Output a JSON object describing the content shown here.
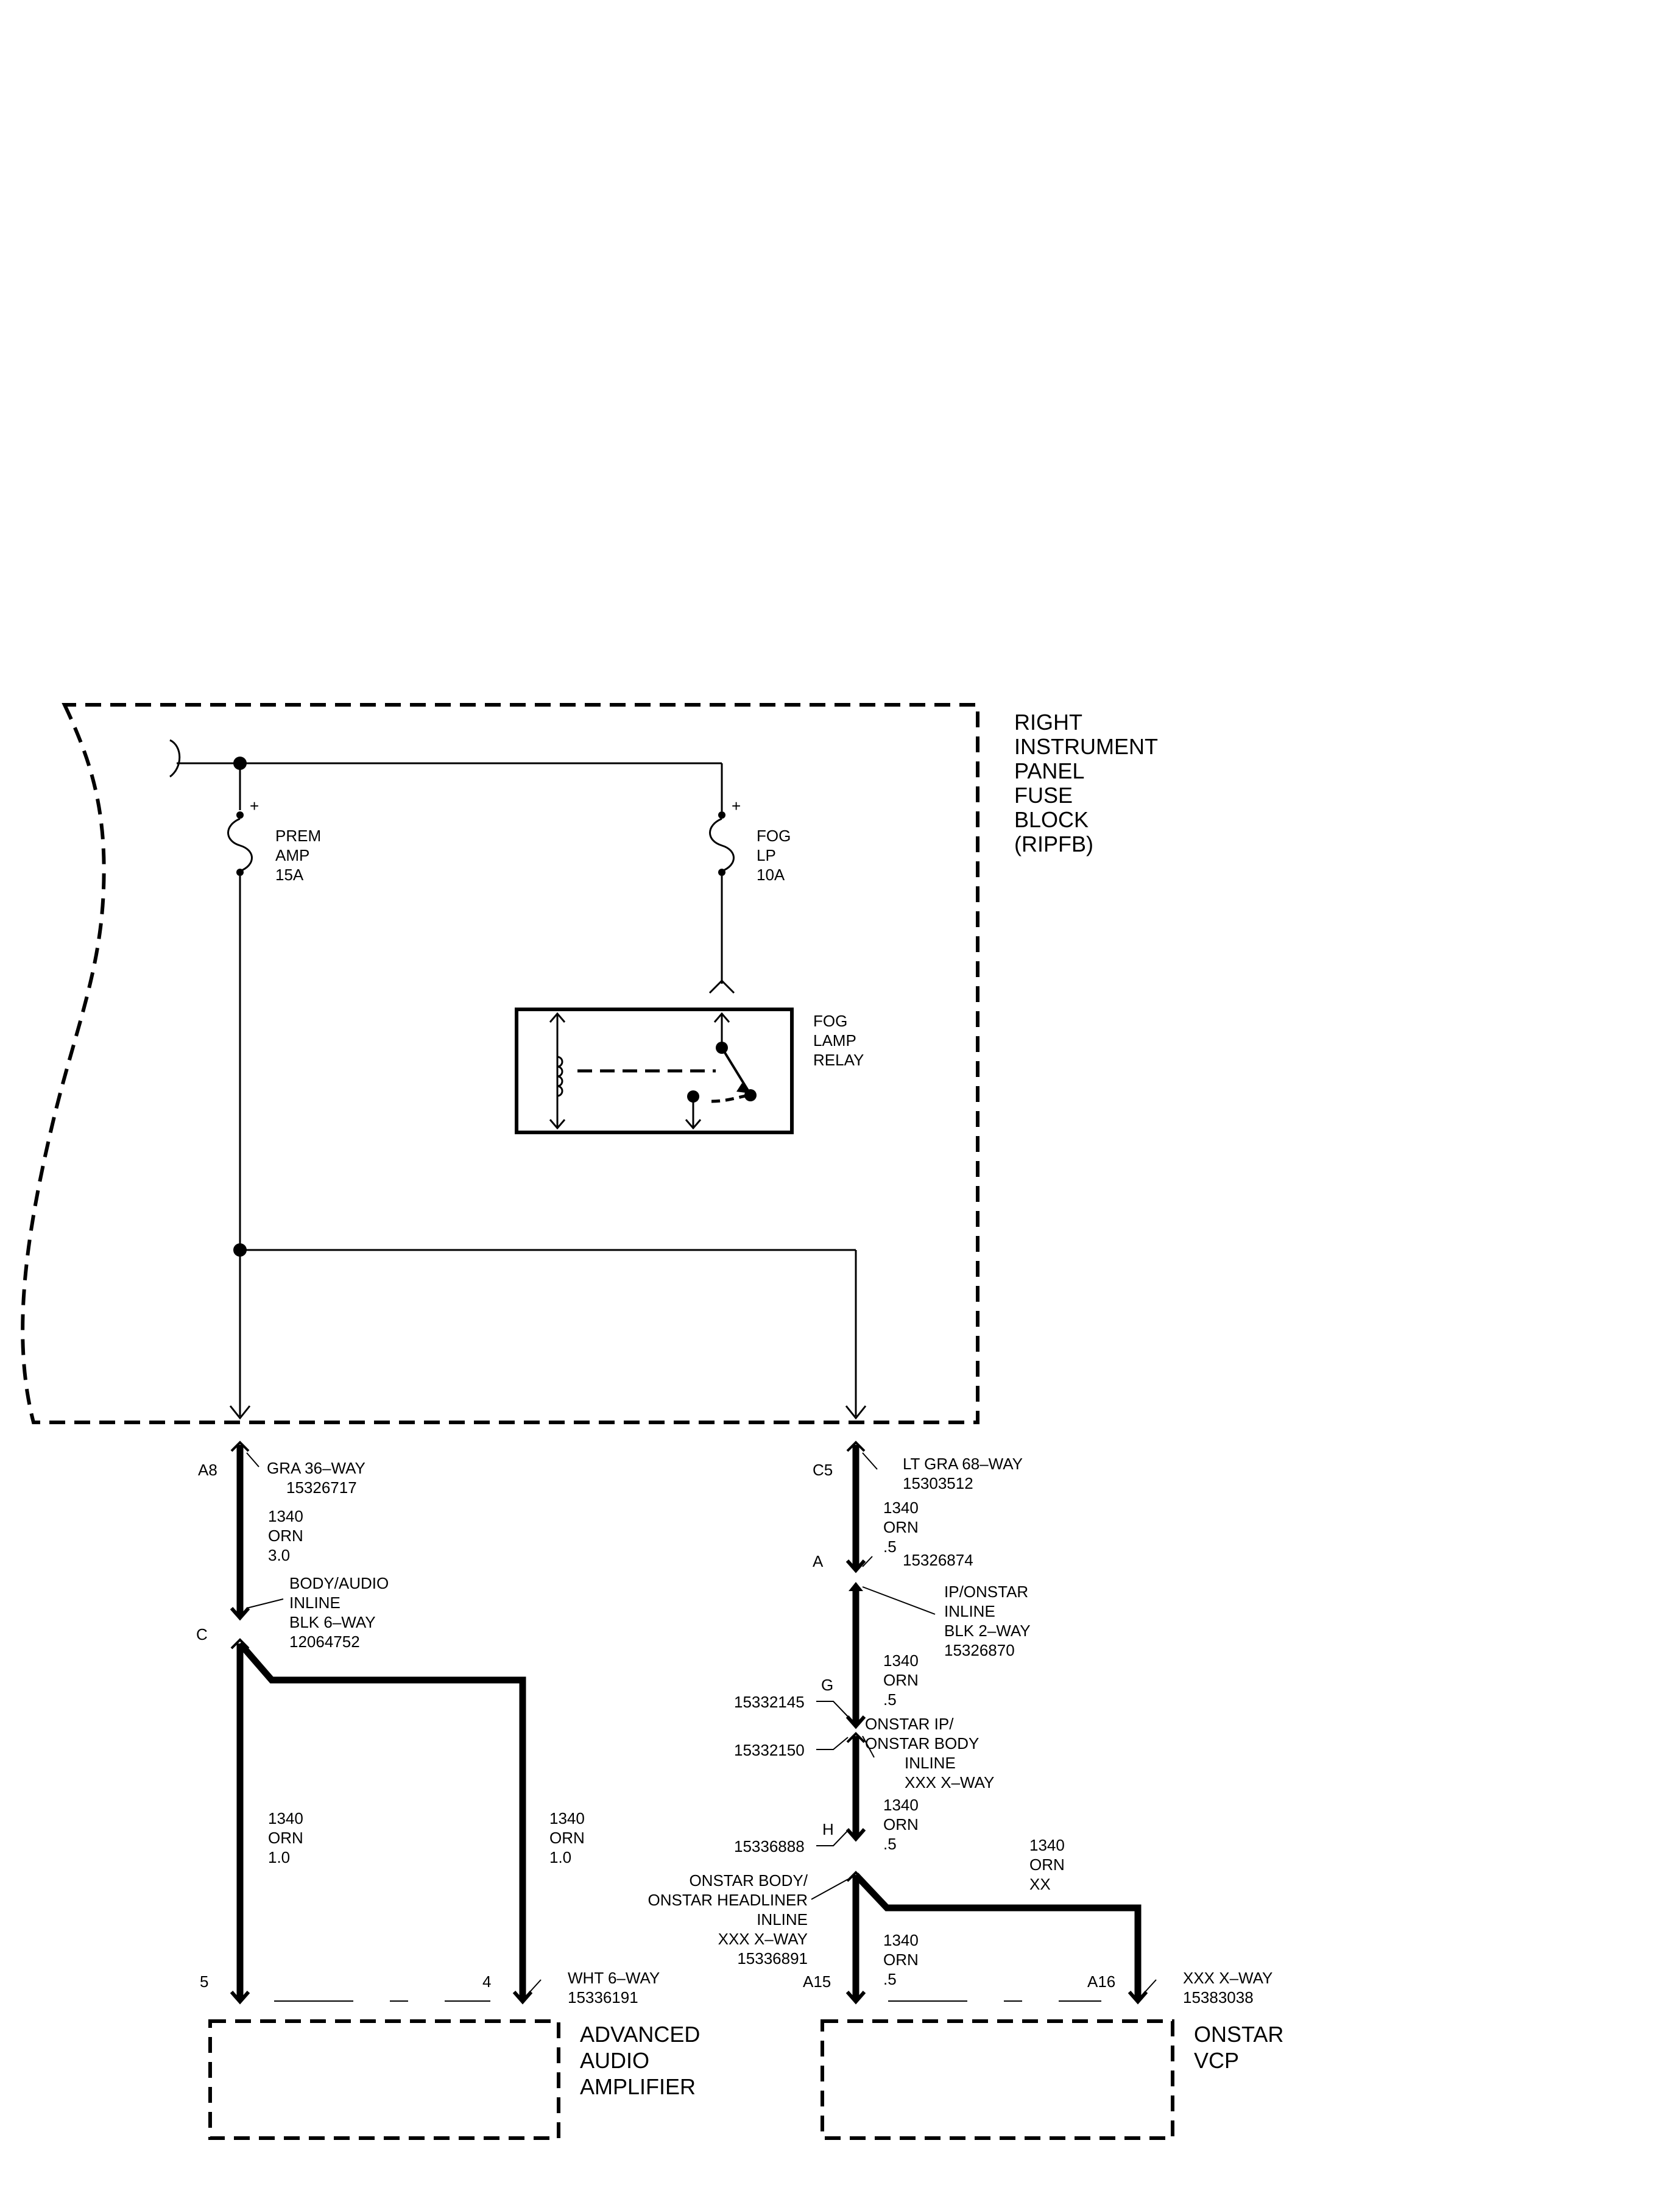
{
  "ripfb": {
    "label": [
      "RIGHT",
      "INSTRUMENT",
      "PANEL",
      "FUSE",
      "BLOCK",
      "(RIPFB)"
    ]
  },
  "fuse_prem": {
    "label": [
      "PREM",
      "AMP",
      "15A"
    ],
    "plus": "+"
  },
  "fuse_fog": {
    "label": [
      "FOG",
      "LP",
      "10A"
    ],
    "plus": "+"
  },
  "relay": {
    "label": [
      "FOG",
      "LAMP",
      "RELAY"
    ]
  },
  "left_circuit": {
    "pin_a8": "A8",
    "conn_gra": [
      "GRA 36–WAY",
      "15326717"
    ],
    "wire_1": [
      "1340",
      "ORN",
      "3.0"
    ],
    "inline_body_audio": [
      "BODY/AUDIO",
      "INLINE",
      "BLK 6–WAY",
      "12064752"
    ],
    "pin_c": "C",
    "wire_2": [
      "1340",
      "ORN",
      "1.0"
    ],
    "wire_3": [
      "1340",
      "ORN",
      "1.0"
    ],
    "pin_5": "5",
    "pin_4": "4",
    "conn_wht": [
      "WHT 6–WAY",
      "15336191"
    ],
    "component": [
      "ADVANCED",
      "AUDIO",
      "AMPLIFIER"
    ]
  },
  "right_circuit": {
    "pin_c5": "C5",
    "conn_ltgra": [
      "LT GRA 68–WAY",
      "15303512"
    ],
    "wire_1": [
      "1340",
      "ORN",
      ".5"
    ],
    "pin_a": "A",
    "part_a": "15326874",
    "inline_ip_onstar": [
      "IP/ONSTAR",
      "INLINE",
      "BLK 2–WAY",
      "15326870"
    ],
    "wire_2": [
      "1340",
      "ORN",
      ".5"
    ],
    "pin_g": "G",
    "part_g": "15332145",
    "part_g2": "15332150",
    "inline_onstar_ip_body": [
      "ONSTAR IP/",
      "ONSTAR BODY",
      "INLINE",
      "XXX X–WAY"
    ],
    "wire_3": [
      "1340",
      "ORN",
      ".5"
    ],
    "pin_h": "H",
    "part_h": "15336888",
    "inline_onstar_body_headliner": [
      "ONSTAR BODY/",
      "ONSTAR HEADLINER",
      "INLINE",
      "XXX X–WAY",
      "15336891"
    ],
    "wire_xx": [
      "1340",
      "ORN",
      "XX"
    ],
    "wire_4": [
      "1340",
      "ORN",
      ".5"
    ],
    "pin_a15": "A15",
    "pin_a16": "A16",
    "conn_xxx": [
      "XXX X–WAY",
      "15383038"
    ],
    "component": [
      "ONSTAR",
      "VCP"
    ]
  }
}
